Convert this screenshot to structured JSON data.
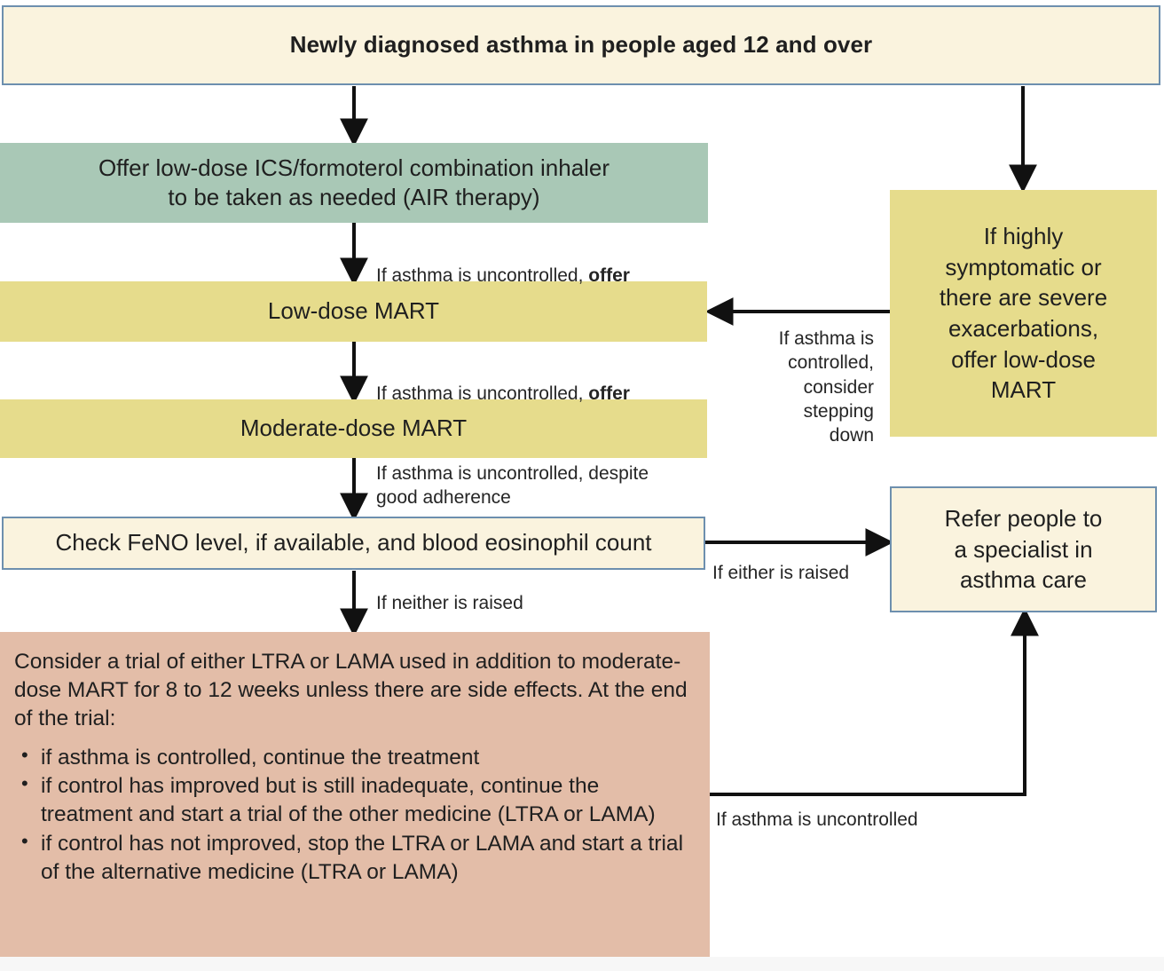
{
  "diagram": {
    "title_node": {
      "text": "Newly diagnosed asthma in people aged 12 and over"
    },
    "nodes": {
      "air_therapy": "Offer low-dose ICS/formoterol combination inhaler\nto be taken as needed (AIR therapy)",
      "low_dose_mart": "Low-dose MART",
      "moderate_dose_mart": "Moderate-dose MART",
      "check_feno": "Check FeNO level, if available, and blood eosinophil count",
      "highly_symptomatic": "If highly\nsymptomatic or\nthere are severe\nexacerbations,\noffer low-dose\nMART",
      "refer_specialist": "Refer people to\na specialist in\nasthma care",
      "trial_intro": "Consider a trial of either LTRA or LAMA used in addition to moderate-dose MART for 8 to 12 weeks unless there are side effects. At the end of the trial:",
      "trial_bullets": [
        "if asthma is controlled, continue the treatment",
        "if control has improved but is still inadequate, continue the treatment and start a trial of the other medicine (LTRA or LAMA)",
        "if control has not improved, stop the LTRA or LAMA and start a trial of the alternative medicine (LTRA or LAMA)"
      ]
    },
    "edge_labels": {
      "air_to_low": {
        "prefix": "If asthma is uncontrolled, ",
        "emphasis": "offer"
      },
      "low_to_moderate": {
        "prefix": "If asthma is uncontrolled, ",
        "emphasis": "offer"
      },
      "moderate_to_feno": "If asthma is uncontrolled, despite\ngood adherence",
      "feno_to_trial": "If neither is raised",
      "feno_to_refer": "If either is raised",
      "stepping_down": "If asthma is\ncontrolled,\nconsider\nstepping\ndown",
      "trial_to_refer": "If asthma is uncontrolled"
    },
    "colors": {
      "title_fill": "#faf3de",
      "title_border": "#6d8fae",
      "green_fill": "#a9c8b6",
      "yellow_fill": "#e6dc8c",
      "pink_fill": "#e3bda8",
      "outline_fill": "#faf3de",
      "outline_border": "#6d8fae",
      "connector": "#111111",
      "text": "#1f1f1f"
    }
  }
}
